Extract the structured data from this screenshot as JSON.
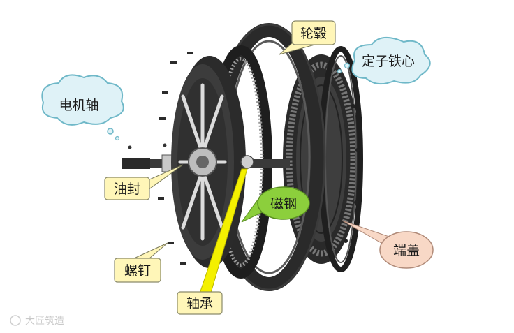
{
  "labels": {
    "motor_shaft": "电机轴",
    "hub": "轮毂",
    "stator_core": "定子铁心",
    "oil_seal": "油封",
    "magnet": "磁钢",
    "end_cover": "端盖",
    "screw": "螺钉",
    "bearing": "轴承"
  },
  "watermark": "大匠筑造",
  "colors": {
    "cloud_fill": "#dff2f7",
    "cloud_stroke": "#6fb8c8",
    "yellow_box": "#fff6b8",
    "green_ellipse": "#8ccf3c",
    "salmon_ellipse": "#f8d8c6",
    "yellow_line": "#f4f000"
  }
}
